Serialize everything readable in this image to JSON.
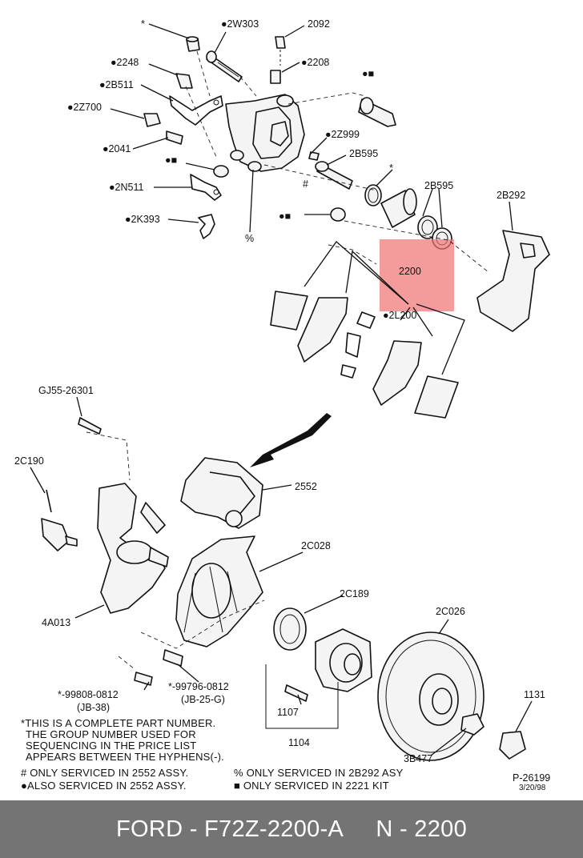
{
  "callouts": {
    "c_2w303": "●2W303",
    "c_2092": "2092",
    "c_star_top": "*",
    "c_2248": "●2248",
    "c_2208": "●2208",
    "c_dotsq_top": "●■",
    "c_2b511": "●2B511",
    "c_2z700": "●2Z700",
    "c_2z999": "●2Z999",
    "c_2b595_a": "2B595",
    "c_2041": "●2041",
    "c_dotsq_mid": "●■",
    "c_star_mid": "*",
    "c_2b595_b": "2B595",
    "c_2b292": "2B292",
    "c_2n511": "●2N511",
    "c_hash": "#",
    "c_dotsq_low": "●■",
    "c_2k393": "●2K393",
    "c_pct": "%",
    "c_2200": "2200",
    "c_2l200": "●2L200",
    "c_gj55": "GJ55-26301",
    "c_2c190": "2C190",
    "c_2552": "2552",
    "c_2c028": "2C028",
    "c_4a013": "4A013",
    "c_2c189": "2C189",
    "c_2c026": "2C026",
    "c_99808": "*-99808-0812",
    "c_jb38": "(JB-38)",
    "c_99796": "*-99796-0812",
    "c_jb25g": "(JB-25-G)",
    "c_1107": "1107",
    "c_1104": "1104",
    "c_1131": "1131",
    "c_3b477": "3B477"
  },
  "notes": {
    "line1": "*THIS IS A COMPLETE PART NUMBER.",
    "line2": "THE GROUP NUMBER USED FOR",
    "line3": "SEQUENCING IN THE PRICE LIST",
    "line4": "APPEARS BETWEEN THE HYPHENS(-)."
  },
  "legend": {
    "hash": "# ONLY SERVICED IN 2552 ASSY.",
    "dot": "●ALSO SERVICED IN 2552 ASSY.",
    "pct": "% ONLY SERVICED IN 2B292 ASY",
    "square": "■ ONLY SERVICED IN 2221 KIT"
  },
  "drawing_id": "P-26199",
  "drawing_date": "3/20/98",
  "highlight": {
    "color": "#f07070",
    "opacity": 0.7
  },
  "footer": {
    "text": "FORD - F72Z-2200-A     N - 2200",
    "bg": "#747474"
  }
}
